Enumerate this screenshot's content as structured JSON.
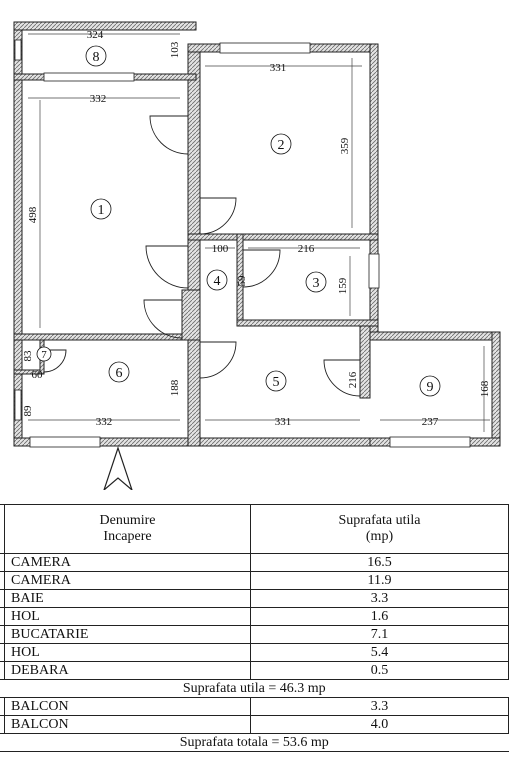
{
  "plan": {
    "rooms": [
      {
        "id": "r1",
        "number": "1"
      },
      {
        "id": "r2",
        "number": "2"
      },
      {
        "id": "r3",
        "number": "3"
      },
      {
        "id": "r4",
        "number": "4"
      },
      {
        "id": "r5",
        "number": "5"
      },
      {
        "id": "r6",
        "number": "6"
      },
      {
        "id": "r7",
        "number": "7"
      },
      {
        "id": "r8",
        "number": "8"
      },
      {
        "id": "r9",
        "number": "9"
      }
    ],
    "dimensions": [
      "324",
      "103",
      "331",
      "332",
      "359",
      "498",
      "100",
      "216",
      "59",
      "159",
      "83",
      "60",
      "188",
      "216",
      "168",
      "89",
      "332",
      "331",
      "237"
    ]
  },
  "table": {
    "header": {
      "name": "Denumire\nIncapere",
      "area": "Suprafata utila\n(mp)"
    },
    "rows": [
      {
        "name": "CAMERA",
        "area": "16.5"
      },
      {
        "name": "CAMERA",
        "area": "11.9"
      },
      {
        "name": "BAIE",
        "area": "3.3"
      },
      {
        "name": "HOL",
        "area": "1.6"
      },
      {
        "name": "BUCATARIE",
        "area": "7.1"
      },
      {
        "name": "HOL",
        "area": "5.4"
      },
      {
        "name": "DEBARA",
        "area": "0.5"
      }
    ],
    "useful_total": "Suprafata utila = 46.3 mp",
    "balcony_rows": [
      {
        "name": "BALCON",
        "area": "3.3"
      },
      {
        "name": "BALCON",
        "area": "4.0"
      }
    ],
    "grand_total": "Suprafata totala = 53.6 mp"
  }
}
